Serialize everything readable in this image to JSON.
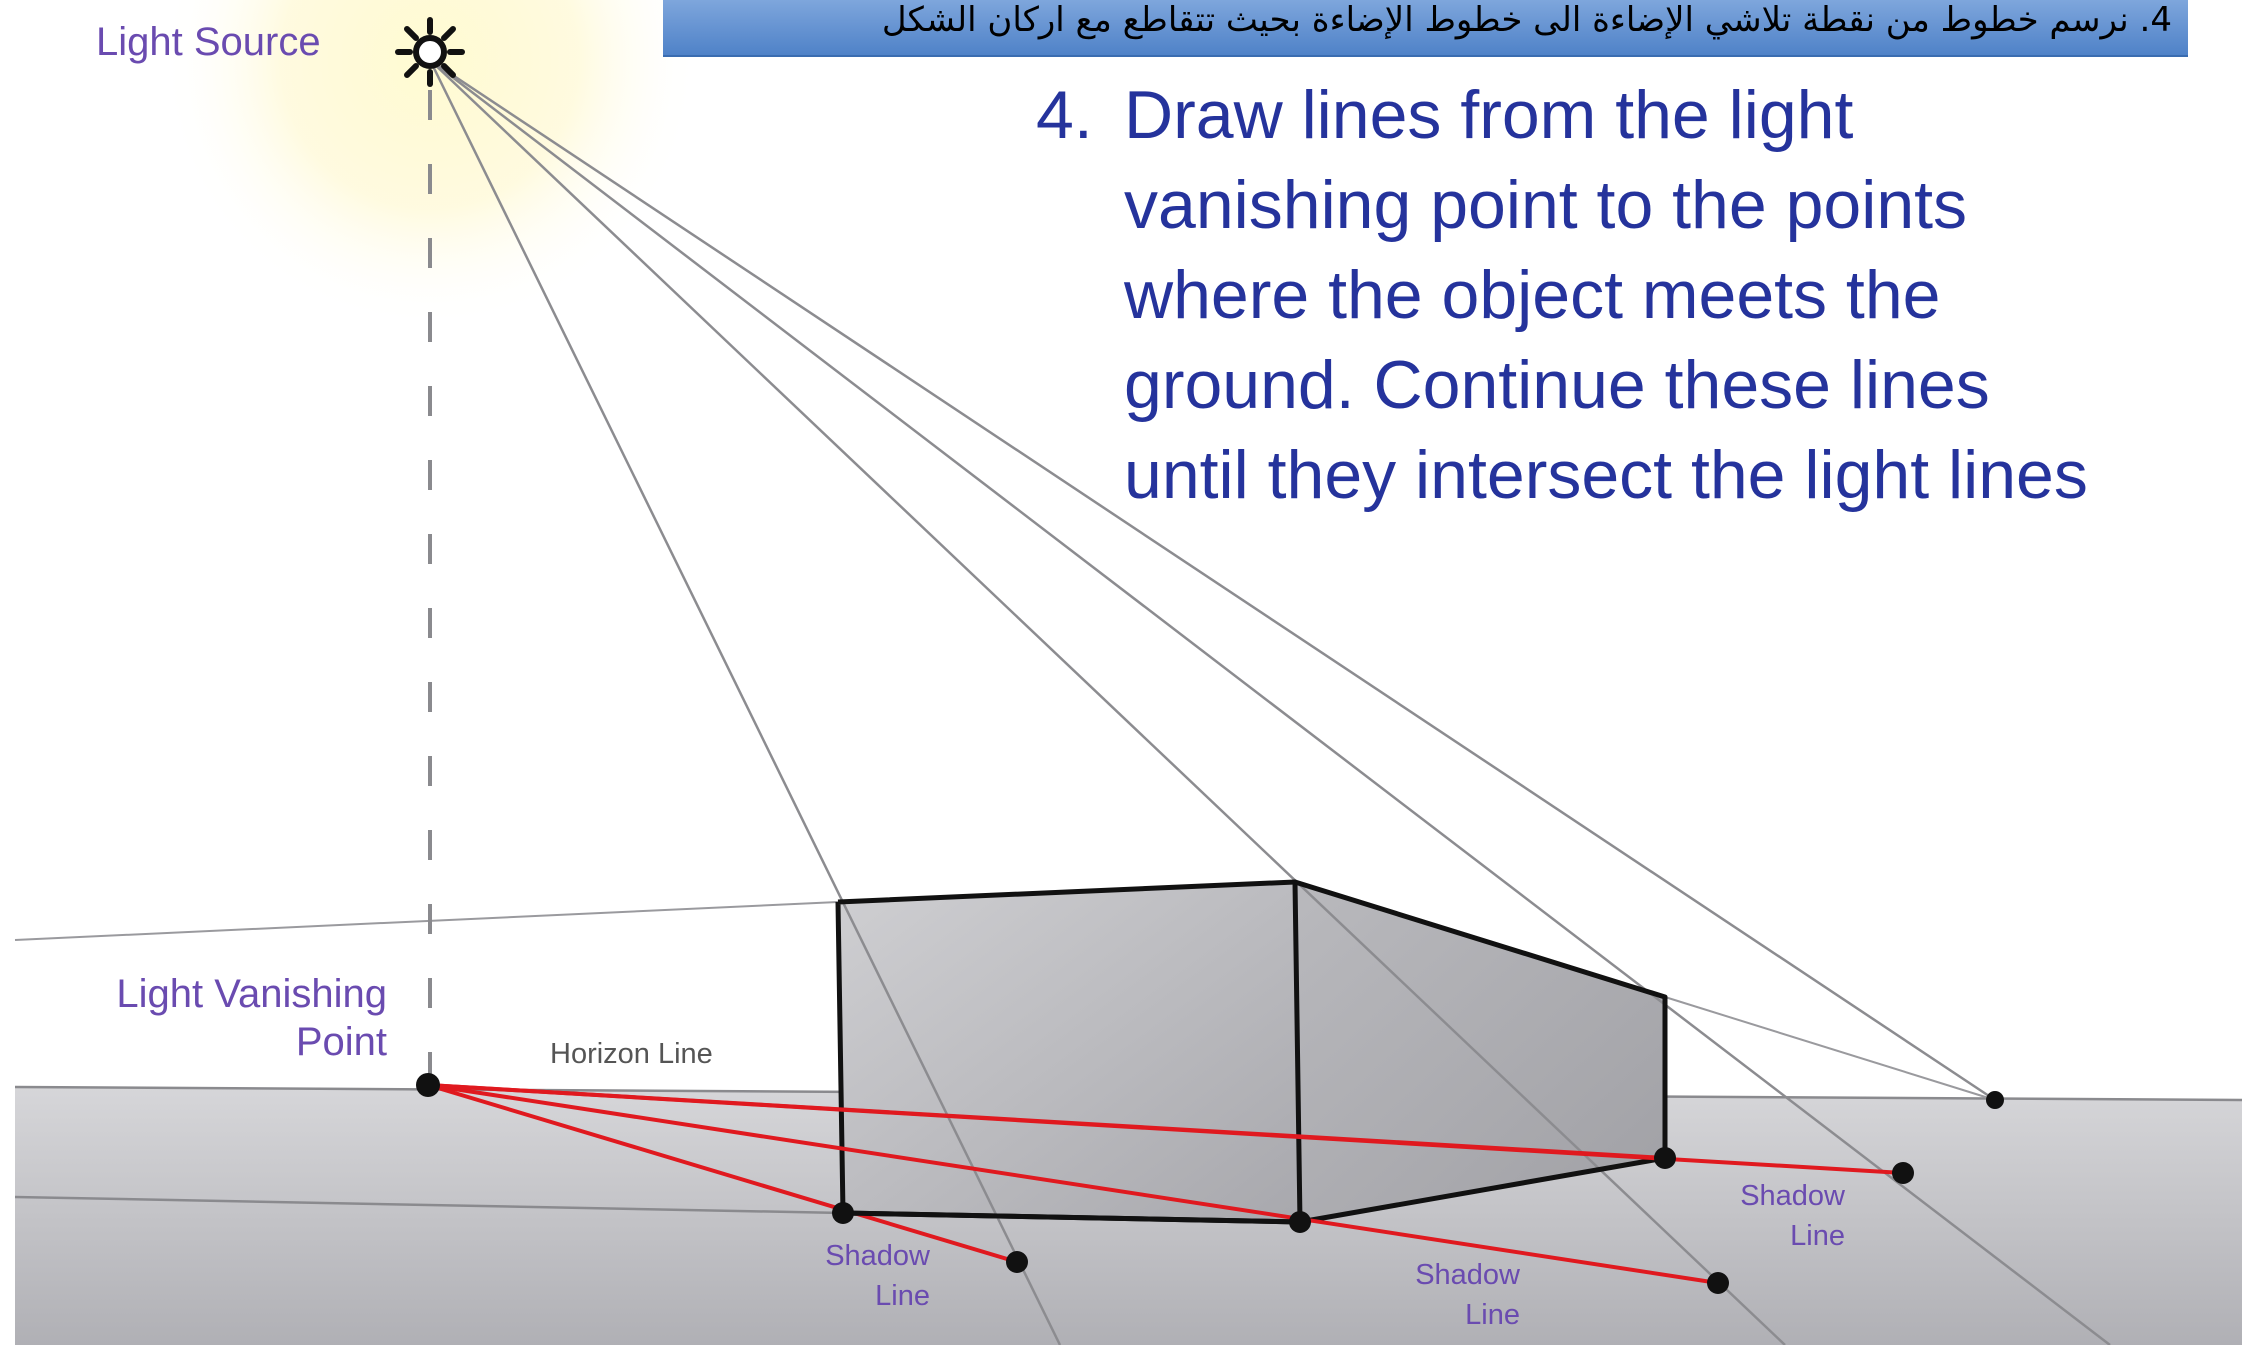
{
  "banner": {
    "text": "4.    نرسم خطوط من نقطة تلاشي الإضاءة الى خطوط الإضاءة بحيث تتقاطع مع اركان الشكل"
  },
  "instruction": {
    "number": "4.",
    "lines": [
      "Draw lines from the light",
      "vanishing point to the points",
      "where the object meets the",
      "ground. Continue these lines",
      "until they intersect the light lines"
    ]
  },
  "labels": {
    "light_source": "Light Source",
    "light_vanishing_line1": "Light Vanishing",
    "light_vanishing_line2": "Point",
    "horizon": "Horizon Line",
    "shadow_1_line1": "Shadow",
    "shadow_1_line2": "Line",
    "shadow_2_line1": "Shadow",
    "shadow_2_line2": "Line",
    "shadow_3_line1": "Shadow",
    "shadow_3_line2": "Line"
  },
  "colors": {
    "instruction_text": "#25339c",
    "label_text": "#6a4bb0",
    "shadow_lines": "#e0191f",
    "banner": "#5b8bd0",
    "box_face": "#b9b9bd",
    "ground": "#c4c4c8"
  },
  "icons": {
    "light_source": "sun-icon"
  }
}
